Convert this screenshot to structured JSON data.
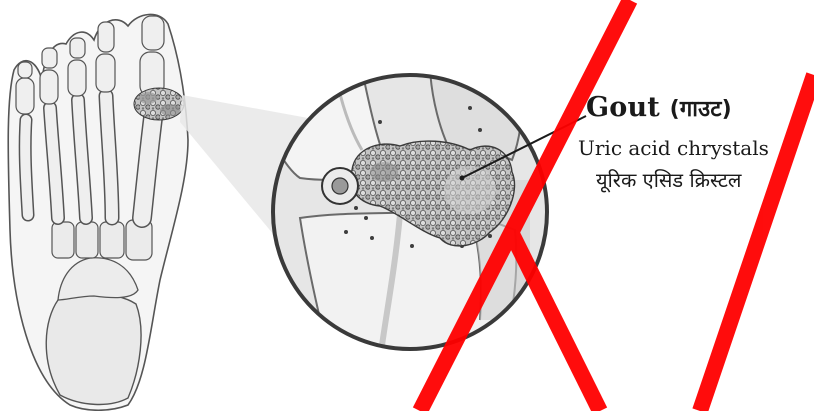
{
  "diagram": {
    "title": "Gout",
    "title_hindi": "(गाउट)",
    "subtitle_english": "Uric acid chrystals",
    "subtitle_hindi": "यूरिक एसिड क्रिस्टल"
  },
  "colors": {
    "bone_fill": "#eeeeee",
    "bone_outline": "#5a5a5a",
    "crystal_fill": "#b9b9b9",
    "crystal_dark": "#4a4a4a",
    "watermark": "#ff0000"
  },
  "icons": [
    "foot-skeleton-illustration",
    "magnified-joint-illustration",
    "uric-acid-crystals"
  ]
}
